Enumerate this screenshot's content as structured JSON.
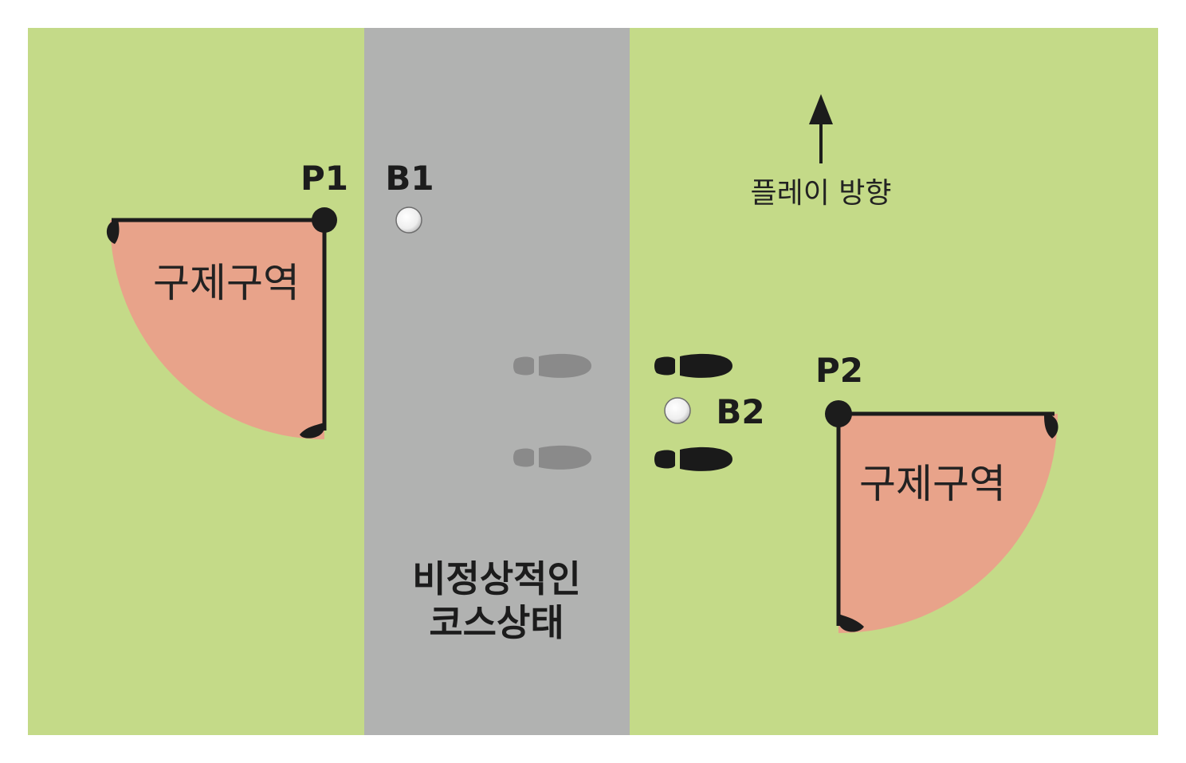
{
  "colors": {
    "fairway": "#c4da88",
    "abnormal_area": "#b1b2b1",
    "relief_area": "#e8a38a",
    "line": "#1c1c1c",
    "ghost_footprint": "#8a8a8a",
    "footprint": "#1a1a1a"
  },
  "labels": {
    "p1": "P1",
    "b1": "B1",
    "p2": "P2",
    "b2": "B2",
    "relief_left": "구제구역",
    "relief_right": "구제구역",
    "play_direction": "플레이 방향",
    "abnormal_line1": "비정상적인",
    "abnormal_line2": "코스상태"
  },
  "icons": {
    "arrow": "arrow-up-icon",
    "ball": "golf-ball-icon",
    "footprint": "shoe-print-icon"
  }
}
